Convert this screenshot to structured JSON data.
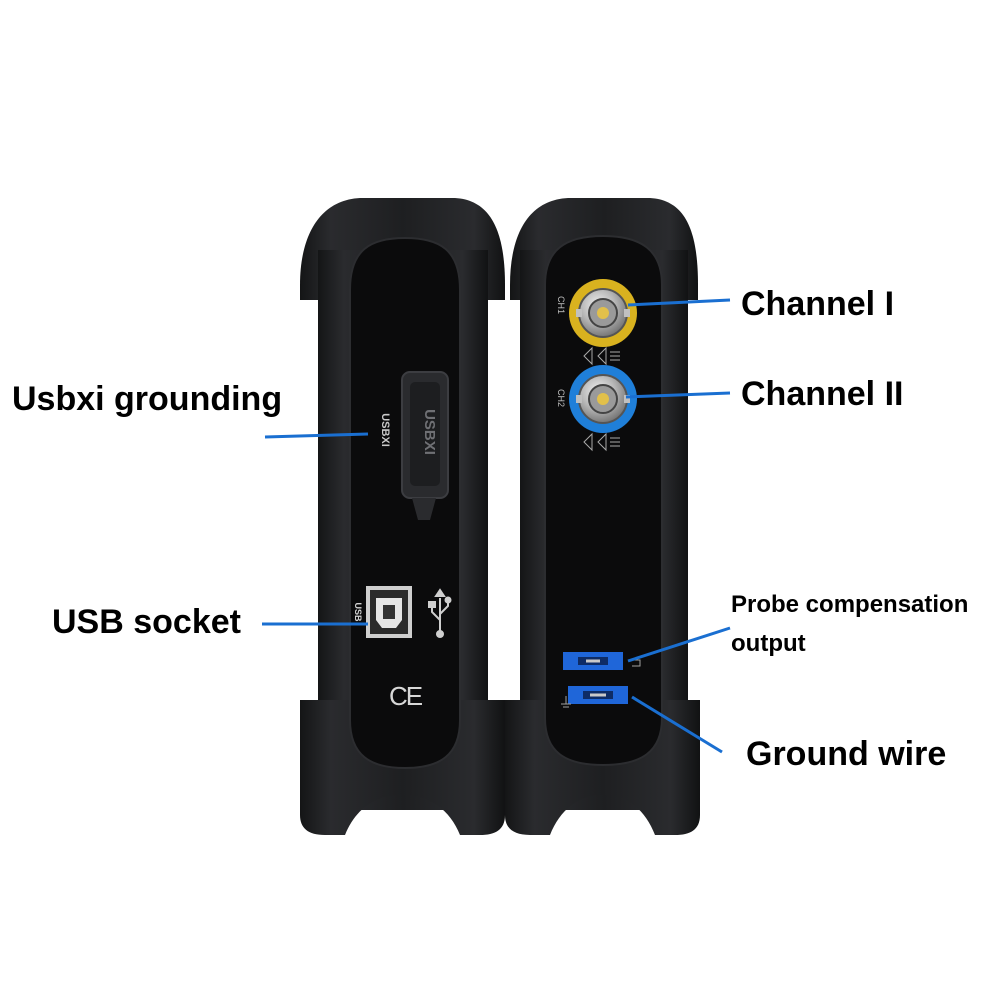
{
  "callouts": {
    "usbxi_grounding": "Usbxi grounding",
    "usb_socket": "USB socket",
    "channel_1": "Channel I",
    "channel_2": "Channel II",
    "probe_comp_line1": "Probe compensation",
    "probe_comp_line2": "output",
    "ground_wire": "Ground wire"
  },
  "device_markings": {
    "usbxi_label": "USBXI",
    "usbxi_cover": "USBXI",
    "usb_label": "USB",
    "ce_mark": "CE",
    "ch1_label": "CH1",
    "ch2_label": "CH2"
  },
  "colors": {
    "leader_line": "#1a6fd1",
    "ch1_ring": "#d9b21f",
    "ch2_ring": "#1f7fd9",
    "terminal_blue": "#1f66d9",
    "body_dark": "#1b1c1e",
    "panel": "#0b0b0c"
  },
  "icons": [
    "usb-trident-icon",
    "ce-mark-icon",
    "ground-symbol-icon",
    "warning-triangle-icon"
  ]
}
